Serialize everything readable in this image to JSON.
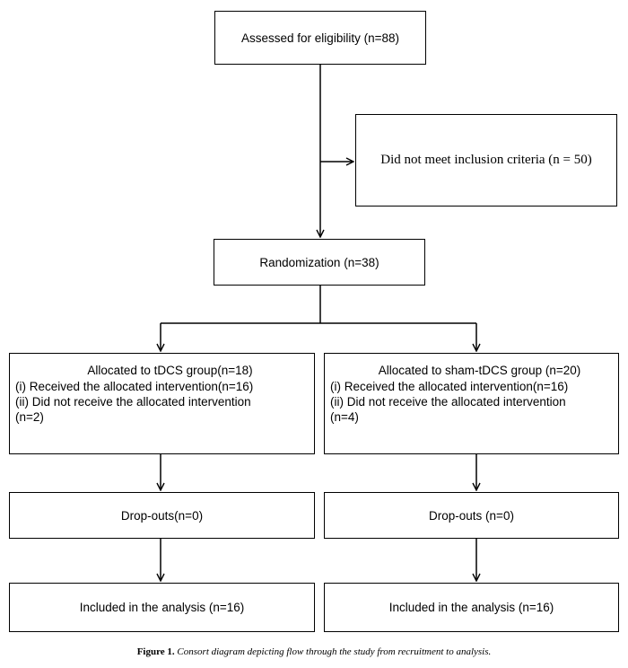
{
  "nodes": {
    "eligibility": "Assessed for eligibility (n=88)",
    "excluded": "Did not meet inclusion criteria (n = 50)",
    "randomization": "Randomization (n=38)",
    "tdcs": {
      "heading": "Allocated to tDCS group(n=18)",
      "line1": "(i) Received the allocated intervention(n=16)",
      "line2": "(ii) Did not receive the allocated intervention",
      "line3": "(n=2)"
    },
    "sham": {
      "heading": "Allocated to sham-tDCS group (n=20)",
      "line1": "(i) Received the allocated intervention(n=16)",
      "line2": "(ii) Did not receive the allocated  intervention",
      "line3": "(n=4)"
    },
    "tdcs_dropouts": "Drop-outs(n=0)",
    "sham_dropouts": "Drop-outs (n=0)",
    "tdcs_analysis": "Included in the analysis (n=16)",
    "sham_analysis": "Included in the analysis (n=16)"
  },
  "caption": {
    "label": "Figure 1.",
    "text": "Consort diagram depicting flow through the study from recruitment to analysis."
  }
}
